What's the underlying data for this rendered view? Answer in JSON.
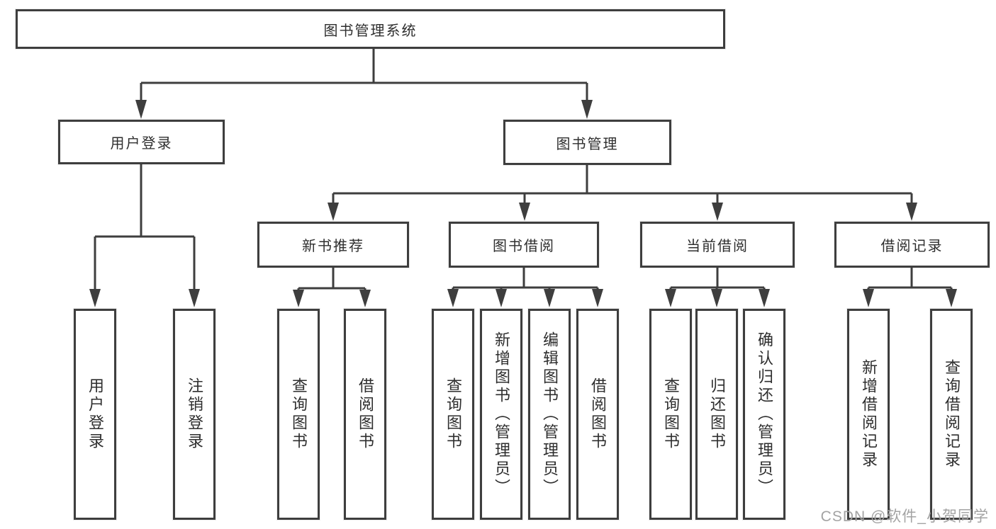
{
  "diagram": {
    "root": {
      "label": "图书管理系统"
    },
    "branches": [
      {
        "label": "用户登录",
        "children": [
          {
            "label": "用户登录"
          },
          {
            "label": "注销登录"
          }
        ]
      },
      {
        "label": "图书管理",
        "children": [
          {
            "label": "新书推荐",
            "children": [
              {
                "label": "查询图书"
              },
              {
                "label": "借阅图书"
              }
            ]
          },
          {
            "label": "图书借阅",
            "children": [
              {
                "label": "查询图书"
              },
              {
                "label": "新增图书（管理员）"
              },
              {
                "label": "编辑图书（管理员）"
              },
              {
                "label": "借阅图书"
              }
            ]
          },
          {
            "label": "当前借阅",
            "children": [
              {
                "label": "查询图书"
              },
              {
                "label": "归还图书"
              },
              {
                "label": "确认归还（管理员）"
              }
            ]
          },
          {
            "label": "借阅记录",
            "children": [
              {
                "label": "新增借阅记录"
              },
              {
                "label": "查询借阅记录"
              }
            ]
          }
        ]
      }
    ]
  },
  "watermark": "CSDN @软件_小贺同学",
  "colors": {
    "line": "#3e3e3e",
    "text": "#2e2e2e",
    "watermark": "#a3a3a3",
    "background": "#ffffff"
  }
}
